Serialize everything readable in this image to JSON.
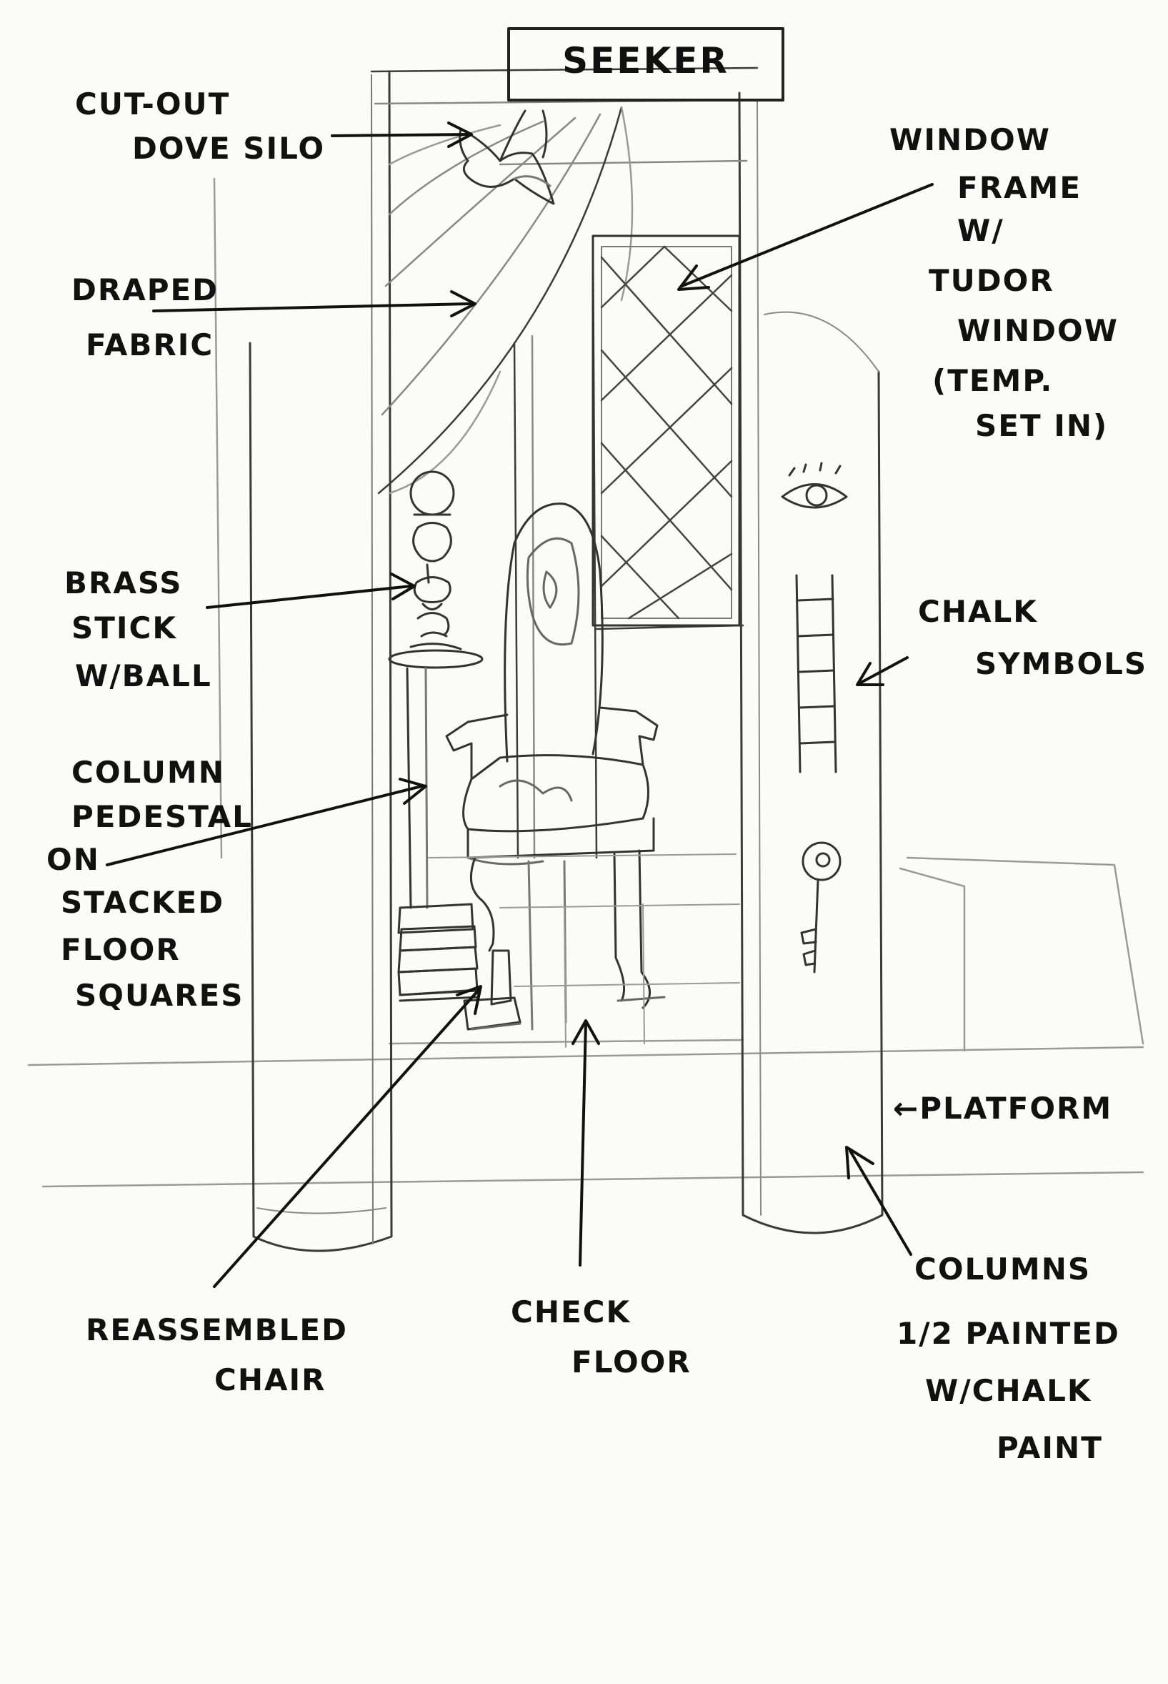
{
  "sign": {
    "text": "SEEKER"
  },
  "labels": {
    "dove": [
      "CUT-OUT",
      "DOVE SILO"
    ],
    "window": [
      "WINDOW",
      "FRAME",
      "W/",
      "TUDOR",
      "WINDOW",
      "(TEMP.",
      "SET IN)"
    ],
    "fabric": [
      "DRAPED",
      "FABRIC"
    ],
    "brass": [
      "BRASS",
      "STICK",
      "W/BALL"
    ],
    "chalk": [
      "CHALK",
      "SYMBOLS"
    ],
    "pedestal": [
      "COLUMN",
      "PEDESTAL",
      "ON",
      "STACKED",
      "FLOOR",
      "SQUARES"
    ],
    "platform": [
      "←PLATFORM"
    ],
    "chair": [
      "REASSEMBLED",
      "CHAIR"
    ],
    "floor": [
      "CHECK",
      "FLOOR"
    ],
    "columns": [
      "COLUMNS",
      "1/2 PAINTED",
      "W/CHALK",
      "PAINT"
    ]
  }
}
